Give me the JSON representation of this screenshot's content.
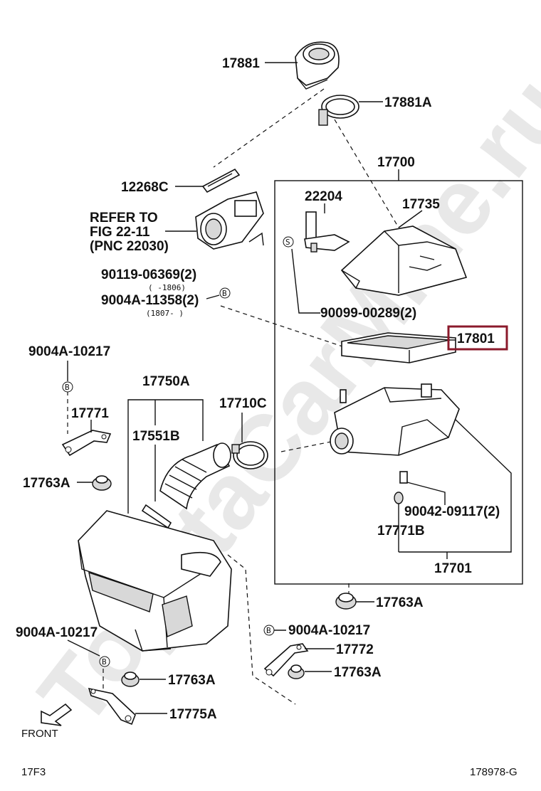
{
  "watermark": "ToyotaCarMine.ru",
  "labels": {
    "p17881": "17881",
    "p17881A": "17881A",
    "p17700": "17700",
    "p12268C": "12268C",
    "p22204": "22204",
    "p17735": "17735",
    "refer1": "REFER TO",
    "refer2": "FIG 22-11",
    "refer3": "(PNC 22030)",
    "p90119": "90119-06369(2)",
    "p90119_range": "( -1806)",
    "p9004A_11358": "9004A-11358(2)",
    "p9004A_11358_range": "(1807-      )",
    "p90099": "90099-00289(2)",
    "p17801": "17801",
    "p9004A_10217_top": "9004A-10217",
    "p17750A": "17750A",
    "p17710C": "17710C",
    "p17771": "17771",
    "p17551B": "17551B",
    "p17763A_left": "17763A",
    "p90042": "90042-09117(2)",
    "p17771B": "17771B",
    "p17701": "17701",
    "p17763A_mid": "17763A",
    "p9004A_10217_left": "9004A-10217",
    "p9004A_10217_right": "9004A-10217",
    "p17772": "17772",
    "p17763A_right": "17763A",
    "p17763A_bottom": "17763A",
    "p17775A": "17775A",
    "front": "FRONT",
    "corner_left": "17F3",
    "corner_right": "178978-G"
  },
  "markers": {
    "B": "B",
    "S": "S"
  },
  "highlight_color": "#8b1a2b"
}
